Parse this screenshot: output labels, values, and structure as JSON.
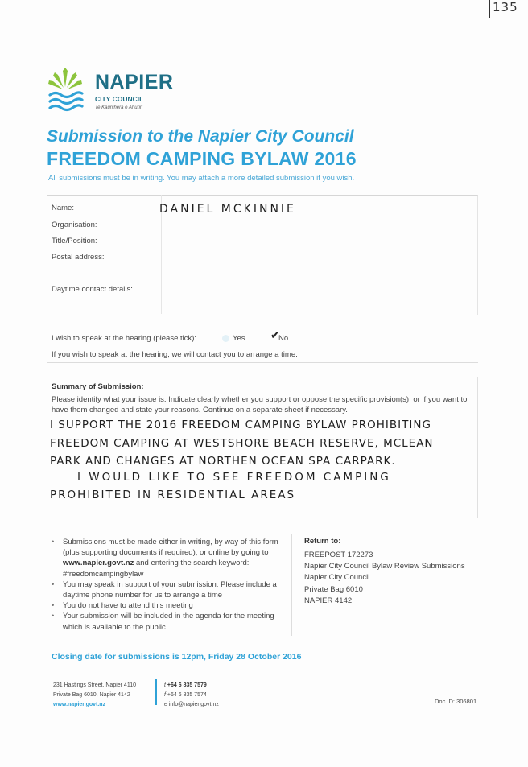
{
  "page_number_note": "135",
  "logo": {
    "name": "NAPIER",
    "sub": "CITY COUNCIL",
    "tagline": "Te Kaunihera o Ahuriri",
    "colors": {
      "teal": "#1f6f86",
      "green": "#8cc43c",
      "blue": "#2fa2d7"
    }
  },
  "heading": {
    "line1": "Submission to the Napier City Council",
    "line2": "FREEDOM CAMPING BYLAW 2016",
    "intro": "All submissions must be in writing. You may attach a more detailed submission if you wish."
  },
  "form": {
    "name_label": "Name:",
    "name_value": "DANIEL MCKINNIE",
    "organisation_label": "Organisation:",
    "title_label": "Title/Position:",
    "postal_label": "Postal address:",
    "contact_label": "Daytime contact details:"
  },
  "speak": {
    "question": "I wish to speak at the hearing (please tick):",
    "yes": "Yes",
    "no": "No",
    "selected": "No",
    "info": "If you wish to speak at the hearing, we will contact you to arrange a time."
  },
  "summary": {
    "title": "Summary of Submission:",
    "instructions": "Please identify what your issue is. Indicate clearly whether you support or oppose the specific provision(s), or if you want to have them changed and state your reasons. Continue on a separate sheet if necessary.",
    "handwritten": [
      "I SUPPORT THE 2016 FREEDOM CAMPING BYLAW PROHIBITING",
      "FREEDOM CAMPING AT WESTSHORE BEACH RESERVE, MCLEAN",
      "PARK AND CHANGES AT NORTHEN OCEAN SPA CARPARK.",
      "I WOULD LIKE TO SEE FREEDOM CAMPING",
      "PROHIBITED IN RESIDENTIAL AREAS"
    ]
  },
  "notes": {
    "b1_pre": "Submissions must be made either in writing, by way of this form (plus supporting documents if required), or online by going to ",
    "b1_link": "www.napier.govt.nz",
    "b1_post": " and entering the search keyword: #freedomcampingbylaw",
    "b2": "You may speak in support of your submission. Please include a daytime phone number for us to arrange a time",
    "b3": "You do not have to attend this meeting",
    "b4": "Your submission will be included in the agenda for the meeting which is available to the public."
  },
  "return": {
    "title": "Return to:",
    "lines": [
      "FREEPOST 172273",
      "Napier City Council Bylaw Review Submissions",
      "Napier City Council",
      "Private Bag 6010",
      "NAPIER 4142"
    ]
  },
  "closing": "Closing date for submissions is 12pm, Friday 28 October 2016",
  "footer": {
    "address1": "231 Hastings Street, Napier 4110",
    "address2": "Private Bag 6010, Napier 4142",
    "web": "www.napier.govt.nz",
    "t_prefix": "t",
    "phone": "+64 6 835 7579",
    "f_prefix": "f",
    "fax": "+64 6 835 7574",
    "e_prefix": "e",
    "email": "info@napier.govt.nz",
    "doc_id": "Doc ID: 306801"
  }
}
